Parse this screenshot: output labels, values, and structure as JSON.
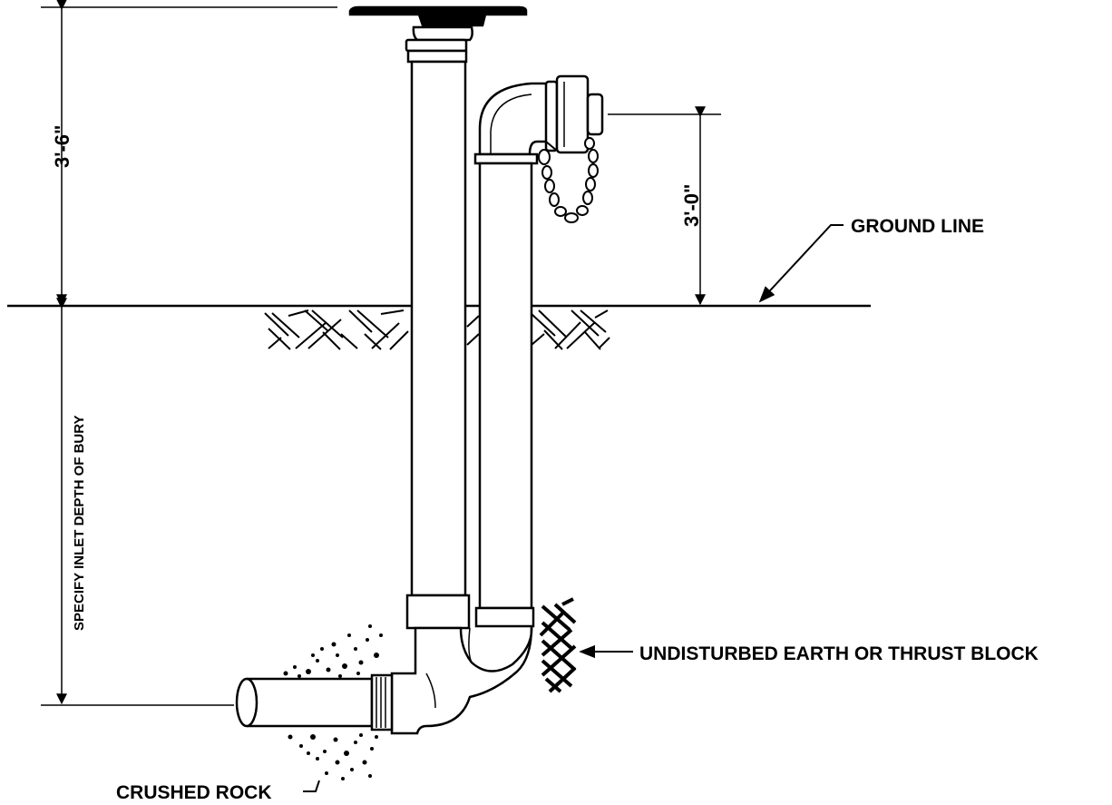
{
  "labels": {
    "ground_line": "GROUND LINE",
    "undisturbed": "UNDISTURBED EARTH OR THRUST BLOCK",
    "crushed_rock": "CRUSHED ROCK",
    "depth_of_bury": "SPECIFY INLET DEPTH OF BURY"
  },
  "dimensions": {
    "overall_height": "3'-6\"",
    "outlet_height": "3'-0\""
  },
  "colors": {
    "ink": "#000000",
    "paper": "#ffffff"
  }
}
